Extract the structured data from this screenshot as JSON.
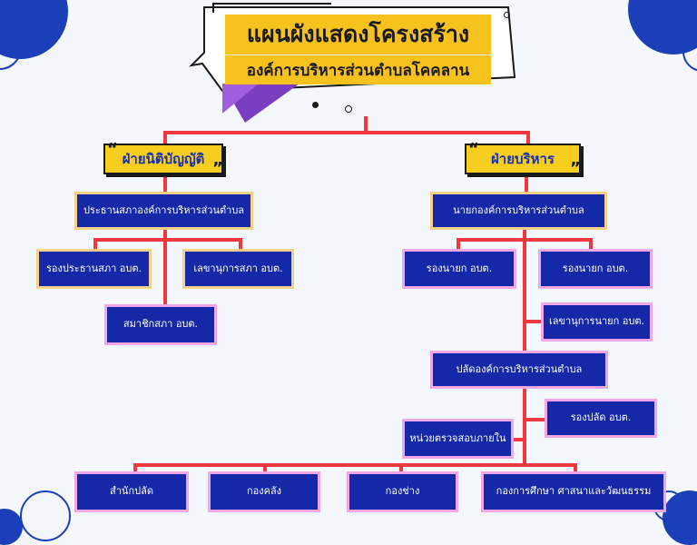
{
  "title": {
    "line1": "แผนผังแสดงโครงสร้าง",
    "line2": "องค์การบริหารส่วนตำบลโคคลาน"
  },
  "legislative": {
    "label": "ฝ่ายนิติบัญญัติ",
    "head": "ประธานสภาองค์การบริหารส่วนตำบล",
    "vice_chair": "รองประธานสภา อบต.",
    "secretary": "เลขานุการสภา อบต.",
    "member": "สมาชิกสภา อบต."
  },
  "executive": {
    "label": "ฝ่ายบริหาร",
    "head": "นายกองค์การบริหารส่วนตำบล",
    "deputy_1": "รองนายก อบต.",
    "deputy_2": "รองนายก อบต.",
    "secretary": "เลขานุการนายก อบต.",
    "clerk": "ปลัดองค์การบริหารส่วนตำบล",
    "deputy_clerk": "รองปลัด อบต.",
    "audit": "หน่วยตรวจสอบภายใน"
  },
  "departments": [
    "สำนักปลัด",
    "กองคลัง",
    "กองช่าง",
    "กองการศึกษา ศาสนาและวัฒนธรรม"
  ],
  "quote_marks": {
    "open": "“",
    "close": "”"
  },
  "colors": {
    "box_fill": "#1428a8",
    "connector": "#f2383f",
    "label_fill": "#f7cd1e",
    "accent_blue": "#1a3fb8"
  }
}
